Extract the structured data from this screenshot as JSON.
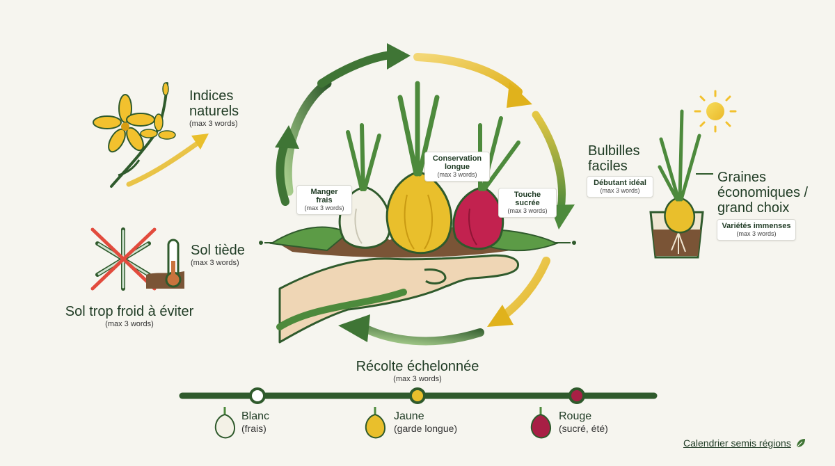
{
  "cues": {
    "natural": {
      "title": "Indices naturels",
      "title_l1": "Indices",
      "title_l2": "naturels",
      "hint": "(max 3 words)"
    },
    "warm_soil": {
      "title": "Sol tiède",
      "hint": "(max 3 words)"
    },
    "cold_soil": {
      "title": "Sol trop froid à éviter",
      "hint": "(max 3 words)"
    }
  },
  "onions": {
    "white": {
      "label_l1": "Manger",
      "label_l2": "frais",
      "hint": "(max 3 words)",
      "color": "#f3f1e6"
    },
    "yellow": {
      "label_l1": "Conservation",
      "label_l2": "longue",
      "hint": "(max 3 words)",
      "color": "#e9bf2c"
    },
    "red": {
      "label_l1": "Touche",
      "label_l2": "sucrée",
      "hint": "(max 3 words)",
      "color": "#c2224f"
    }
  },
  "planting": {
    "bulbils": {
      "title_l1": "Bulbilles",
      "title_l2": "faciles",
      "note": "Débutant idéal",
      "hint": "(max 3 words)"
    },
    "seeds": {
      "title_l1": "Graines",
      "title_l2": "économiques /",
      "title_l3": "grand choix",
      "note": "Variétés immenses",
      "hint": "(max 3 words)"
    }
  },
  "harvest": {
    "title": "Récolte échelonnée",
    "hint": "(max 3 words)",
    "items": [
      {
        "name": "Blanc",
        "desc": "(frais)",
        "color": "#ffffff"
      },
      {
        "name": "Jaune",
        "desc": "(garde longue)",
        "color": "#e9bf2c"
      },
      {
        "name": "Rouge",
        "desc": "(sucré, été)",
        "color": "#a81f45"
      }
    ]
  },
  "footer": {
    "link": "Calendrier semis régions",
    "icon": "leaf-icon"
  },
  "colors": {
    "dark_green": "#2f5a2c",
    "green": "#4d8a3c",
    "yellow": "#e9bf2c",
    "soil": "#6b4a2f",
    "red_cross": "#e24b3d"
  }
}
